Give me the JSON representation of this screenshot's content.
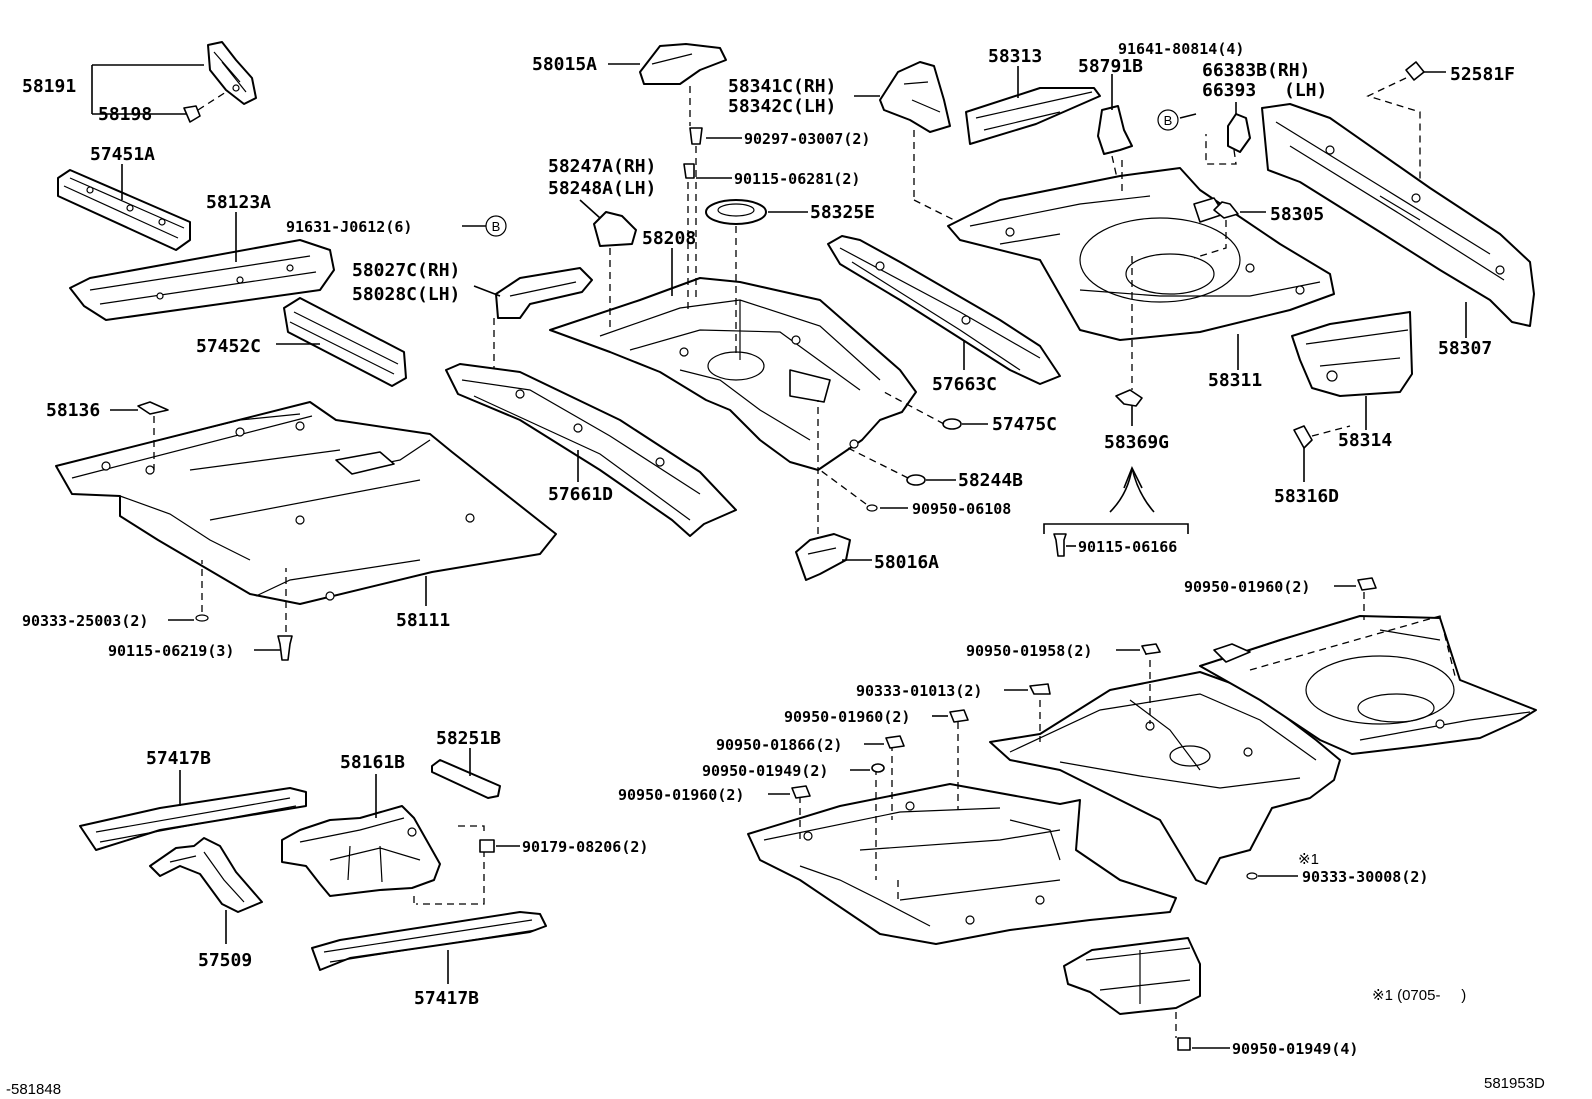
{
  "labels": {
    "p58191": "58191",
    "p58198": "58198",
    "p57451a": "57451A",
    "p58123a": "58123A",
    "p91631": "91631-J0612(6)",
    "p58027c": "58027C(RH)",
    "p58028c": "58028C(LH)",
    "p57452c": "57452C",
    "p58136": "58136",
    "p58111": "58111",
    "p90333_25003": "90333-25003(2)",
    "p90115_06219": "90115-06219(3)",
    "p58015a": "58015A",
    "p90297": "90297-03007(2)",
    "p90115_06281": "90115-06281(2)",
    "p58247a": "58247A(RH)",
    "p58248a": "58248A(LH)",
    "p58208": "58208",
    "p58325e": "58325E",
    "p57661d": "57661D",
    "p57475c": "57475C",
    "p58244b": "58244B",
    "p90950_06108": "90950-06108",
    "p58016a": "58016A",
    "p58341c": "58341C(RH)",
    "p58342c": "58342C(LH)",
    "p58313": "58313",
    "p58791b": "58791B",
    "p91641": "91641-80814(4)",
    "p66383b": "66383B(RH)",
    "p66393": "66393",
    "p66393_lh": "(LH)",
    "p52581f": "52581F",
    "p58305": "58305",
    "p57663c": "57663C",
    "p58311": "58311",
    "p58307": "58307",
    "p58369g": "58369G",
    "p58314": "58314",
    "p58316d": "58316D",
    "p90115_06166": "90115-06166",
    "p90950_01960_a": "90950-01960(2)",
    "p90950_01958": "90950-01958(2)",
    "p90333_01013": "90333-01013(2)",
    "p90950_01960_b": "90950-01960(2)",
    "p90950_01866": "90950-01866(2)",
    "p90950_01949_a": "90950-01949(2)",
    "p90950_01960_c": "90950-01960(2)",
    "p90333_30008": "90333-30008(2)",
    "p90950_01949_b": "90950-01949(4)",
    "p57417b_a": "57417B",
    "p58161b": "58161B",
    "p58251b": "58251B",
    "p90179": "90179-08206(2)",
    "p57509": "57509",
    "p57417b_b": "57417B"
  },
  "badges": {
    "b1": "B",
    "b2": "B"
  },
  "notes": {
    "mark": "※1",
    "mark_range": "※1 (0705-     )",
    "code_left": "-581848",
    "code_right": "581953D"
  }
}
